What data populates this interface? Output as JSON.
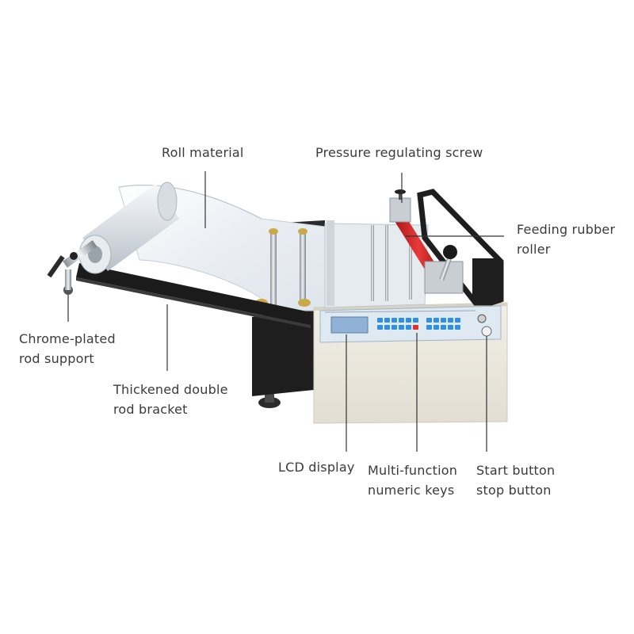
{
  "colors": {
    "text": "#3a3a3a",
    "leader": "#333333",
    "machine_body": "#e9e6dc",
    "frame": "#1e1e1e",
    "control_panel": "#c9dcea",
    "lcd": "#8fb2d6",
    "key_blue": "#2f8fe0",
    "key_red": "#e0312f",
    "rubber_roller": "#d92424",
    "film": "#eef2f6"
  },
  "labels": {
    "roll_material": "Roll material",
    "pressure_screw": "Pressure regulating screw",
    "feeding_roller": [
      "Feeding rubber",
      "roller"
    ],
    "chrome_rod": [
      "Chrome-plated",
      "rod support"
    ],
    "double_rod": [
      "Thickened double",
      "rod bracket"
    ],
    "lcd_display": "LCD display",
    "numeric_keys": [
      "Multi-function",
      "numeric keys"
    ],
    "start_stop": [
      "Start button",
      "stop button"
    ]
  }
}
